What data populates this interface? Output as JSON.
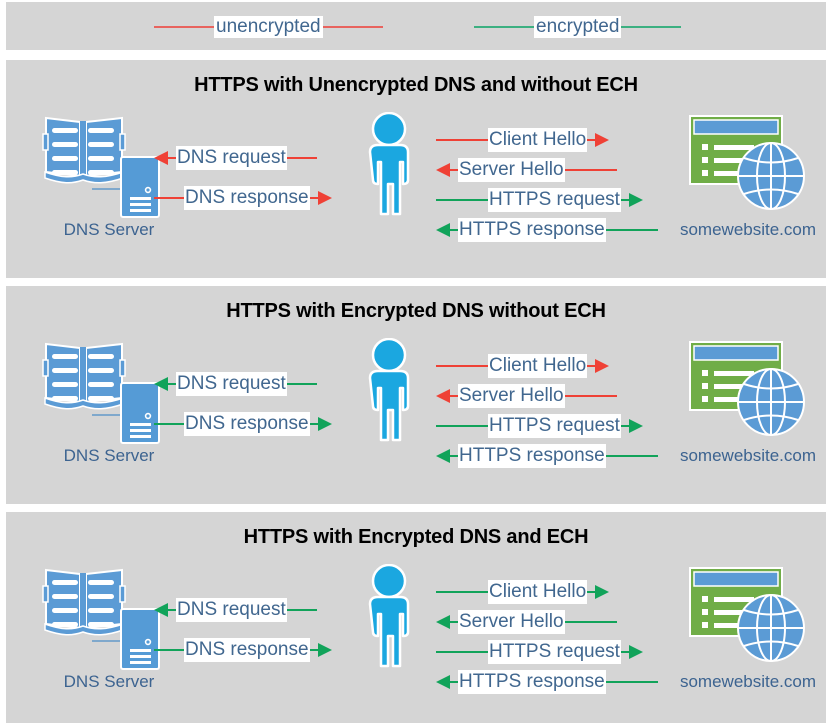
{
  "legend": {
    "items": [
      {
        "label": "unencrypted",
        "color": "#e8635e",
        "name": "legend-unencrypted"
      },
      {
        "label": "encrypted",
        "color": "#3cb081",
        "name": "legend-encrypted"
      }
    ]
  },
  "colors": {
    "panel_background": "#d5d5d5",
    "page_background": "#ffffff",
    "unencrypted_arrow": "#ef4136",
    "encrypted_arrow": "#11a35a",
    "label_text": "#41678f",
    "node_label_text": "#3c6390",
    "person": "#1ba7e0",
    "book": "#5b9bd5",
    "server": "#559bd6",
    "website_card": "#70ad47",
    "website_titlebar": "#5b9bd5",
    "globe": "#5b9bd5",
    "title_text": "#000000"
  },
  "nodes": {
    "dns_server_label": "DNS Server",
    "website_label": "somewebsite.com"
  },
  "panels": [
    {
      "id": "panel-1",
      "title": "HTTPS with Unencrypted DNS and without ECH",
      "dns_messages": [
        {
          "label": "DNS request",
          "direction": "left",
          "encrypted": false
        },
        {
          "label": "DNS response",
          "direction": "right",
          "encrypted": false
        }
      ],
      "web_messages": [
        {
          "label": "Client Hello",
          "direction": "right",
          "encrypted": false
        },
        {
          "label": "Server Hello",
          "direction": "left",
          "encrypted": false
        },
        {
          "label": "HTTPS request",
          "direction": "right",
          "encrypted": true
        },
        {
          "label": "HTTPS response",
          "direction": "left",
          "encrypted": true
        }
      ]
    },
    {
      "id": "panel-2",
      "title": "HTTPS with Encrypted DNS without ECH",
      "dns_messages": [
        {
          "label": "DNS request",
          "direction": "left",
          "encrypted": true
        },
        {
          "label": "DNS response",
          "direction": "right",
          "encrypted": true
        }
      ],
      "web_messages": [
        {
          "label": "Client Hello",
          "direction": "right",
          "encrypted": false
        },
        {
          "label": "Server Hello",
          "direction": "left",
          "encrypted": false
        },
        {
          "label": "HTTPS request",
          "direction": "right",
          "encrypted": true
        },
        {
          "label": "HTTPS response",
          "direction": "left",
          "encrypted": true
        }
      ]
    },
    {
      "id": "panel-3",
      "title": "HTTPS with Encrypted DNS and ECH",
      "dns_messages": [
        {
          "label": "DNS request",
          "direction": "left",
          "encrypted": true
        },
        {
          "label": "DNS response",
          "direction": "right",
          "encrypted": true
        }
      ],
      "web_messages": [
        {
          "label": "Client Hello",
          "direction": "right",
          "encrypted": true
        },
        {
          "label": "Server Hello",
          "direction": "left",
          "encrypted": true
        },
        {
          "label": "HTTPS request",
          "direction": "right",
          "encrypted": true
        },
        {
          "label": "HTTPS response",
          "direction": "left",
          "encrypted": true
        }
      ]
    }
  ],
  "icons": {
    "dns_book": "book-icon",
    "dns_server": "server-icon",
    "client": "person-icon",
    "website": "website-icon",
    "globe": "globe-icon"
  }
}
